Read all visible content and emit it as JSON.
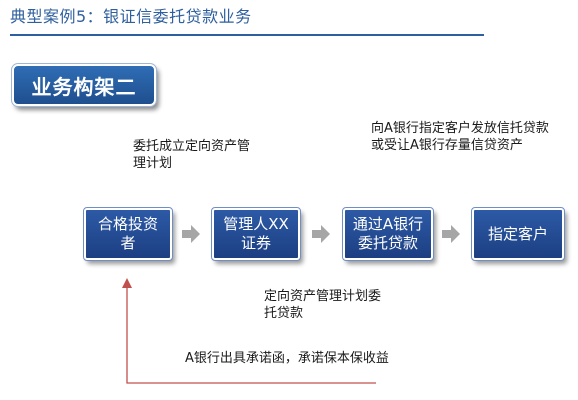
{
  "header": {
    "title": "典型案例5：银证信委托贷款业务"
  },
  "section": {
    "label": "业务构架二"
  },
  "flow": {
    "boxes": [
      {
        "label": "合格投资者"
      },
      {
        "label": "管理人XX证券"
      },
      {
        "label": "通过A银行委托贷款"
      },
      {
        "label": "指定客户"
      }
    ],
    "notes": {
      "top_left": "委托成立定向资产管理计划",
      "top_right": "向A银行指定客户发放信托贷款或受让A银行存量信贷资产",
      "bottom_middle": "定向资产管理计划委托贷款",
      "bottom_feedback": "A银行出具承诺函，承诺保本保收益"
    }
  },
  "colors": {
    "accent": "#2e5f9e",
    "box_fill": "#2d5aa6",
    "arrow_gray": "#a6a6a6",
    "feedback_line": "#c0504d"
  }
}
